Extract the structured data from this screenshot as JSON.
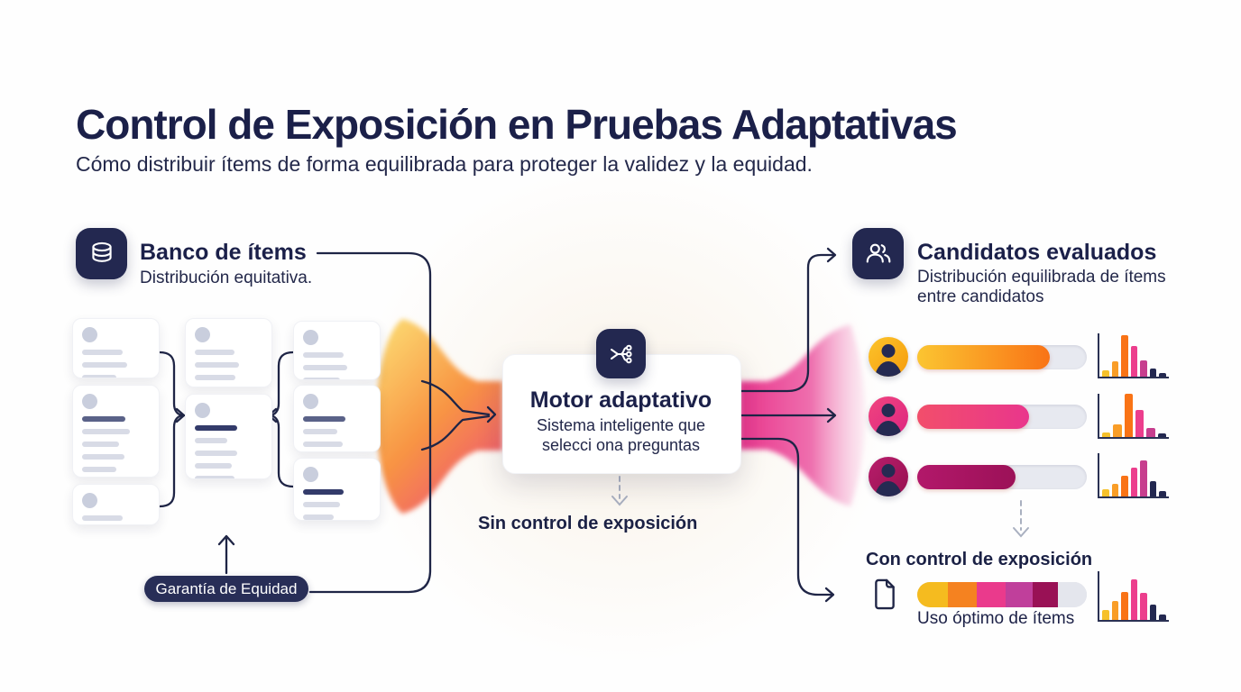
{
  "title": "Control de Exposición en Pruebas Adaptativas",
  "subtitle": "Cómo distribuir ítems de forma equilibrada para proteger la validez y la equidad.",
  "palette": {
    "navy": "#232850",
    "text": "#1C2147",
    "yellow": "#F6C12B",
    "amber": "#F99D27",
    "orange": "#F97316",
    "pink": "#EC3E8D",
    "magenta": "#C73E8E",
    "dark_magenta": "#9C1158",
    "track_grey": "#E7E9F0"
  },
  "item_bank": {
    "icon": "database-icon",
    "title": "Banco de ítems",
    "subtitle": "Distribución equitativa."
  },
  "fairness_badge": {
    "label": "Garantía de Equidad"
  },
  "engine": {
    "icon": "distribute-split-icon",
    "title": "Motor adaptativo",
    "subtitle_line1": "Sistema inteligente que",
    "subtitle_line2": "selecci ona preguntas"
  },
  "labels": {
    "no_control": "Sin control de exposición",
    "with_control": "Con control de exposición",
    "optimal_usage": "Uso óptimo de ítems"
  },
  "candidates": {
    "icon": "users-icon",
    "title": "Candidatos evaluados",
    "subtitle_line1": "Distribución equilibrada de ítems",
    "subtitle_line2": "entre candidatos",
    "rows": [
      {
        "name": "candidate-1",
        "avatar_gradient": [
          "#FCC42C",
          "#F59B0B"
        ],
        "progress_percent": 78,
        "bar_gradient": [
          "#FBC531",
          "#F97316"
        ]
      },
      {
        "name": "candidate-2",
        "avatar_gradient": [
          "#F0457F",
          "#DD2580"
        ],
        "progress_percent": 66,
        "bar_gradient": [
          "#F24E6B",
          "#E9368C"
        ]
      },
      {
        "name": "candidate-3",
        "avatar_gradient": [
          "#B81E6C",
          "#96104F"
        ],
        "progress_percent": 58,
        "bar_gradient": [
          "#B2186A",
          "#9C1158"
        ]
      }
    ]
  },
  "with_control": {
    "segments": [
      {
        "color": "#F5BB1F",
        "percent": 18
      },
      {
        "color": "#F58220",
        "percent": 17
      },
      {
        "color": "#EA3A8C",
        "percent": 17
      },
      {
        "color": "#C03F9B",
        "percent": 16
      },
      {
        "color": "#991155",
        "percent": 15
      },
      {
        "color": "#E4E6ED",
        "percent": 17
      }
    ]
  },
  "chart_data": [
    {
      "name": "candidate-1-item-usage",
      "type": "bar",
      "values": [
        14,
        36,
        96,
        70,
        38,
        18,
        8
      ],
      "colors": [
        "yellow",
        "amber",
        "orange",
        "pink",
        "magenta",
        "navy",
        "navy"
      ]
    },
    {
      "name": "candidate-2-item-usage",
      "type": "bar",
      "values": [
        10,
        30,
        100,
        62,
        20,
        8
      ],
      "colors": [
        "yellow",
        "amber",
        "orange",
        "pink",
        "magenta",
        "navy"
      ]
    },
    {
      "name": "candidate-3-item-usage",
      "type": "bar",
      "values": [
        16,
        30,
        48,
        66,
        84,
        36,
        12
      ],
      "colors": [
        "yellow",
        "amber",
        "orange",
        "pink",
        "magenta",
        "navy",
        "navy"
      ]
    },
    {
      "name": "optimal-item-usage",
      "type": "bar",
      "values": [
        20,
        38,
        58,
        84,
        55,
        32,
        12
      ],
      "colors": [
        "yellow",
        "amber",
        "orange",
        "pink",
        "pink",
        "navy",
        "navy"
      ]
    }
  ]
}
